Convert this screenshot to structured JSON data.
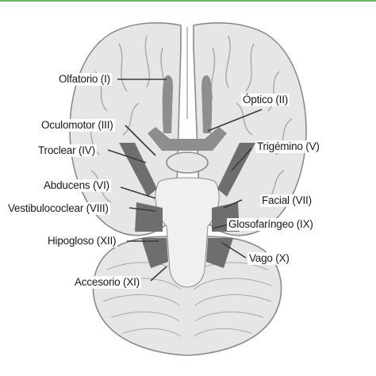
{
  "colors": {
    "frame_line": "#6fb86a",
    "brain_fill": "#e6e6e6",
    "brain_outline": "#8a8a8a",
    "gyri": "#a8a8a8",
    "nerve_dark": "#6e6e6e",
    "nerve_mid": "#8e8e8e",
    "leader": "#3a3a3a"
  },
  "labels": {
    "olfactory": "Olfatorio (I)",
    "optic": "Óptico (II)",
    "oculomotor": "Oculomotor (III)",
    "trochlear": "Troclear (IV)",
    "trigeminal": "Trigémino (V)",
    "abducens": "Abducens (VI)",
    "facial": "Facial (VII)",
    "vestibulocochlear": "Vestibulococlear (VIII)",
    "glossopharyngeal": "Glosofaríngeo (IX)",
    "vagus": "Vago (X)",
    "hypoglossal": "Hipogloso (XII)",
    "accessory": "Accesorio (XI)"
  }
}
